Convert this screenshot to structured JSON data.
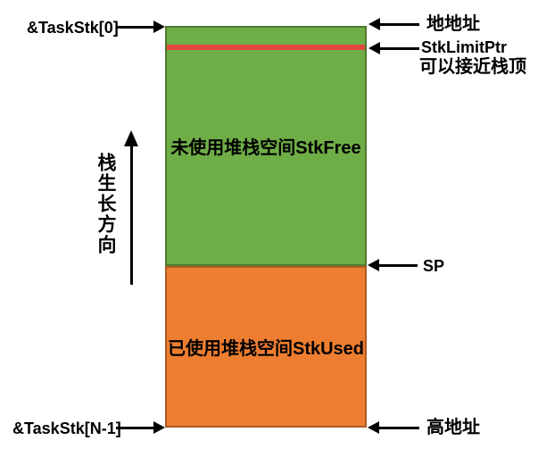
{
  "diagram": {
    "type": "task-stack-memory-layout",
    "colors": {
      "free_region_fill": "#6FAD47",
      "free_region_border": "#4E7A2E",
      "used_region_fill": "#ED7D31",
      "used_region_border": "#AE5A21",
      "stk_limit_line": "#E0483E",
      "arrow_and_text": "#000000",
      "background": "#FFFFFF"
    },
    "left": {
      "stack_top_pointer": "&TaskStk[0]",
      "stack_bottom_pointer": "&TaskStk[N-1]",
      "growth_direction": "栈生长方向"
    },
    "box": {
      "free_region_label": "未使用堆栈空间StkFree",
      "used_region_label": "已使用堆栈空间StkUsed"
    },
    "right": {
      "low_address": "地地址",
      "stk_limit_ptr": "StkLimitPtr",
      "stk_limit_note": "可以接近栈顶",
      "stack_pointer": "SP",
      "high_address": "高地址"
    }
  }
}
